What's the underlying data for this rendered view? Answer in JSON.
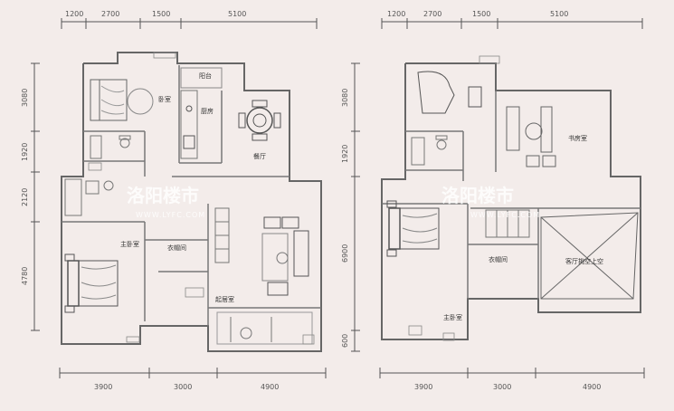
{
  "left_plan": {
    "dims_top": [
      "1200",
      "2700",
      "1500",
      "5100"
    ],
    "dims_left": [
      "3080",
      "1920",
      "2120",
      "4780"
    ],
    "dims_bottom": [
      "3900",
      "3000",
      "4900"
    ],
    "rooms": {
      "bedroom": "卧室",
      "balcony": "阳台",
      "kitchen": "厨房",
      "dining": "餐厅",
      "master": "主卧室",
      "cloak": "衣帽间",
      "living": "起居室"
    }
  },
  "right_plan": {
    "dims_top": [
      "1200",
      "2700",
      "1500",
      "5100"
    ],
    "dims_left": [
      "3080",
      "1920",
      "6900",
      "600"
    ],
    "dims_bottom": [
      "3900",
      "3000",
      "4900"
    ],
    "rooms": {
      "study": "书房室",
      "cloak": "衣帽间",
      "master": "主卧室",
      "void": "客厅挑空上空"
    }
  },
  "watermark": {
    "text": "洛阳楼市",
    "url": "WWW.LYFC.COM"
  }
}
